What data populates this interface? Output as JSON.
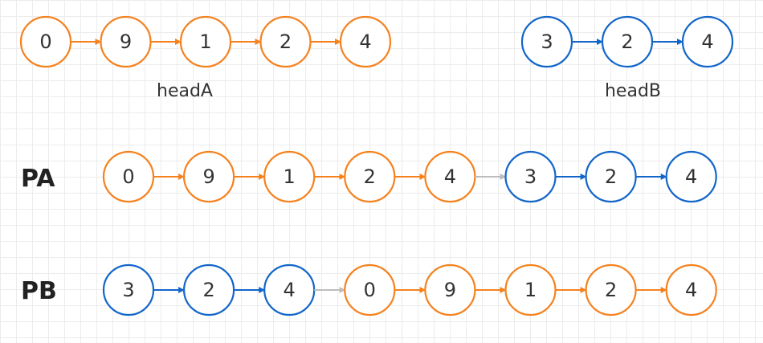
{
  "colors": {
    "listA": "#f5821f",
    "listB": "#1366c9",
    "link": "#bdbdbd",
    "node_fill": "#ffffff",
    "text": "#333333",
    "row_label": "#222222"
  },
  "lists": {
    "headA": {
      "label": "headA",
      "nodes": [
        "0",
        "9",
        "1",
        "2",
        "4"
      ]
    },
    "headB": {
      "label": "headB",
      "nodes": [
        "3",
        "2",
        "4"
      ]
    }
  },
  "rows": [
    {
      "label": "PA",
      "order": [
        "headA",
        "headB"
      ]
    },
    {
      "label": "PB",
      "order": [
        "headB",
        "headA"
      ]
    }
  ]
}
